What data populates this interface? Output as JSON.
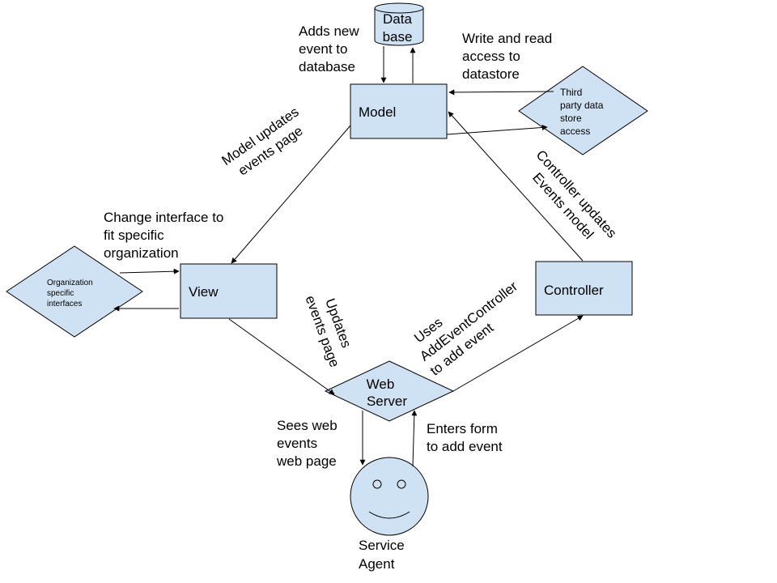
{
  "nodes": {
    "database": [
      "Data",
      "base"
    ],
    "model": "Model",
    "third_party": [
      "Third",
      "party data",
      "store",
      "access"
    ],
    "view": "View",
    "org_interfaces": [
      "Organization",
      "specific",
      "interfaces"
    ],
    "controller": "Controller",
    "web_server": [
      "Web",
      "Server"
    ],
    "service_agent": [
      "Service",
      "Agent"
    ]
  },
  "labels": {
    "adds_new_event": [
      "Adds new",
      "event to",
      "database"
    ],
    "write_read_access": [
      "Write and read",
      "access to",
      "datastore"
    ],
    "model_updates_events": [
      "Model updates",
      "events page"
    ],
    "controller_updates_model": [
      "Controller updates",
      "Events model"
    ],
    "change_interface": [
      "Change interface to",
      "fit specific",
      "organization"
    ],
    "updates_events_page": [
      "Updates",
      "events page"
    ],
    "uses_add_event_controller": [
      "Uses",
      "AddEventController",
      "to add event"
    ],
    "sees_web_events": [
      "Sees web",
      "events",
      "web page"
    ],
    "enters_form": [
      "Enters form",
      "to add event"
    ]
  },
  "colors": {
    "shape_fill": "#cfe2f3",
    "stroke": "#000000"
  }
}
